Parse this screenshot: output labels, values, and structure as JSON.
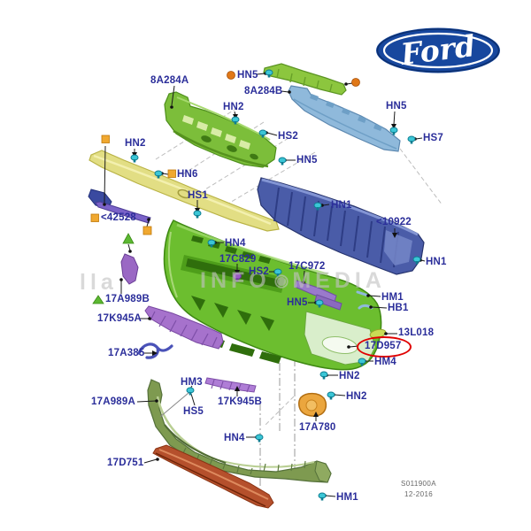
{
  "brand": {
    "name": "Ford",
    "logo_color": "#17479E"
  },
  "diagram": {
    "watermark": {
      "fragment": "lla",
      "word1": "INFO",
      "word2": "MEDIA",
      "symbol": "◉"
    },
    "sheet_code": "S011900A",
    "sheet_date": "12-2016",
    "highlighted_part": "17D957",
    "highlight_color": "#E00000",
    "label_color": "#2B2E9A",
    "marker_colors": {
      "clip_teal": "#3BC6D6",
      "square_amber": "#F0A830",
      "circle_orange": "#E07818",
      "triangle_green": "#5CB832"
    },
    "part_colors": {
      "bumper_cover": "#6CBE2F",
      "grille_support": "#7CBE3A",
      "impact_bar": "#4A5CA8",
      "absorber": "#8FB9DB",
      "reinforcement": "#E2DE84",
      "grille_trim": "#A672CC",
      "valance": "#7E9A50",
      "trim_strip": "#B5502C",
      "fog_cover": "#EBA63E"
    }
  },
  "labels": [
    {
      "id": "8A284A",
      "text": "8A284A"
    },
    {
      "id": "HN5-top",
      "text": "HN5"
    },
    {
      "id": "8A284B",
      "text": "8A284B"
    },
    {
      "id": "HN2-top",
      "text": "HN2"
    },
    {
      "id": "HN5-topright",
      "text": "HN5"
    },
    {
      "id": "HS7",
      "text": "HS7"
    },
    {
      "id": "HN2-left",
      "text": "HN2"
    },
    {
      "id": "HN6",
      "text": "HN6"
    },
    {
      "id": "HS2-top",
      "text": "HS2"
    },
    {
      "id": "HN5-mid",
      "text": "HN5"
    },
    {
      "id": "HS1",
      "text": "HS1"
    },
    {
      "id": "42528",
      "text": "<42528"
    },
    {
      "id": "HN1-left",
      "text": "HN1"
    },
    {
      "id": "10922",
      "text": "<10922"
    },
    {
      "id": "HN1-right",
      "text": "HN1"
    },
    {
      "id": "HN4-mid",
      "text": "HN4"
    },
    {
      "id": "17C829",
      "text": "17C829"
    },
    {
      "id": "HS2-mid",
      "text": "HS2"
    },
    {
      "id": "17C972",
      "text": "17C972"
    },
    {
      "id": "HM1-right",
      "text": "HM1"
    },
    {
      "id": "HB1",
      "text": "HB1"
    },
    {
      "id": "HN5-low",
      "text": "HN5"
    },
    {
      "id": "13L018",
      "text": "13L018"
    },
    {
      "id": "17D957",
      "text": "17D957"
    },
    {
      "id": "HM4",
      "text": "HM4"
    },
    {
      "id": "HN2-r1",
      "text": "HN2"
    },
    {
      "id": "HN2-r2",
      "text": "HN2"
    },
    {
      "id": "17A780",
      "text": "17A780"
    },
    {
      "id": "17A989B",
      "text": "17A989B"
    },
    {
      "id": "17K945A",
      "text": "17K945A"
    },
    {
      "id": "17A385",
      "text": "17A385"
    },
    {
      "id": "HM3",
      "text": "HM3"
    },
    {
      "id": "17A989A",
      "text": "17A989A"
    },
    {
      "id": "HS5",
      "text": "HS5"
    },
    {
      "id": "17K945B",
      "text": "17K945B"
    },
    {
      "id": "HN4-bot",
      "text": "HN4"
    },
    {
      "id": "17D751",
      "text": "17D751"
    },
    {
      "id": "HM1-bot",
      "text": "HM1"
    }
  ]
}
